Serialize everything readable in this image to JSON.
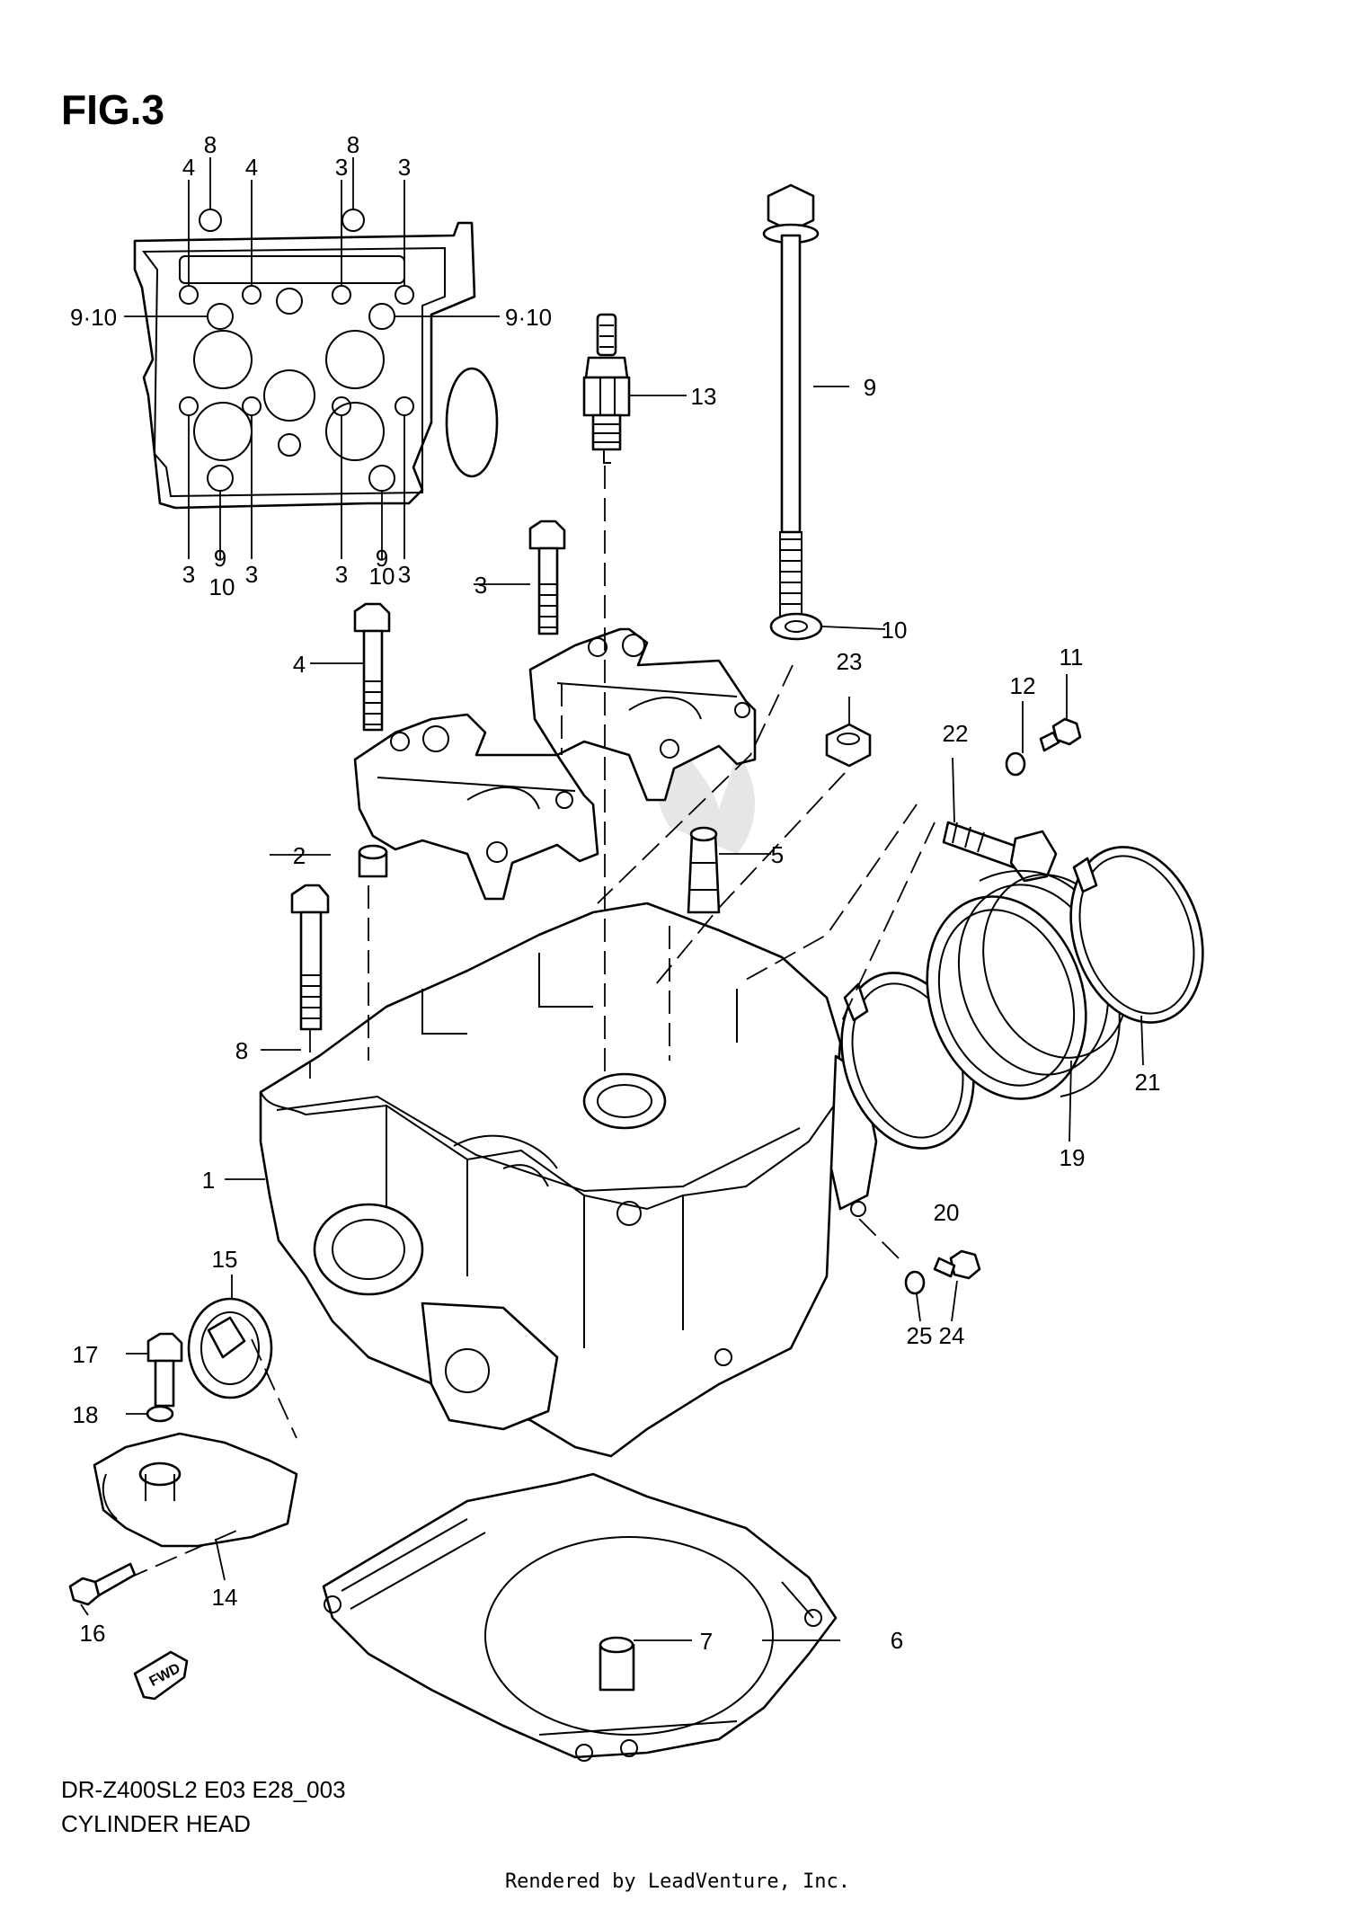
{
  "figure_title": "FIG.3",
  "caption": {
    "model_code": "DR-Z400SL2 E03 E28_003",
    "name": "CYLINDER HEAD"
  },
  "credit": "Rendered by LeadVenture, Inc.",
  "inset_labels": {
    "top": [
      "4",
      "8",
      "4",
      "3",
      "8",
      "3"
    ],
    "left_9_10": "9·10",
    "right_9_10": "9·10",
    "bottom": [
      "3",
      "9",
      "3",
      "3",
      "9",
      "3"
    ],
    "bottom_10_left": "10",
    "bottom_10_right": "10"
  },
  "callouts": [
    {
      "id": "c1",
      "label": "1"
    },
    {
      "id": "c2",
      "label": "2"
    },
    {
      "id": "c3",
      "label": "3"
    },
    {
      "id": "c4",
      "label": "4"
    },
    {
      "id": "c5",
      "label": "5"
    },
    {
      "id": "c6",
      "label": "6"
    },
    {
      "id": "c7",
      "label": "7"
    },
    {
      "id": "c8",
      "label": "8"
    },
    {
      "id": "c9",
      "label": "9"
    },
    {
      "id": "c10",
      "label": "10"
    },
    {
      "id": "c11",
      "label": "11"
    },
    {
      "id": "c12",
      "label": "12"
    },
    {
      "id": "c13",
      "label": "13"
    },
    {
      "id": "c14",
      "label": "14"
    },
    {
      "id": "c15",
      "label": "15"
    },
    {
      "id": "c16",
      "label": "16"
    },
    {
      "id": "c17",
      "label": "17"
    },
    {
      "id": "c18",
      "label": "18"
    },
    {
      "id": "c19",
      "label": "19"
    },
    {
      "id": "c20",
      "label": "20"
    },
    {
      "id": "c21",
      "label": "21"
    },
    {
      "id": "c22",
      "label": "22"
    },
    {
      "id": "c23",
      "label": "23"
    },
    {
      "id": "c24",
      "label": "24"
    },
    {
      "id": "c25",
      "label": "25"
    }
  ],
  "fwd_badge": "FWD"
}
